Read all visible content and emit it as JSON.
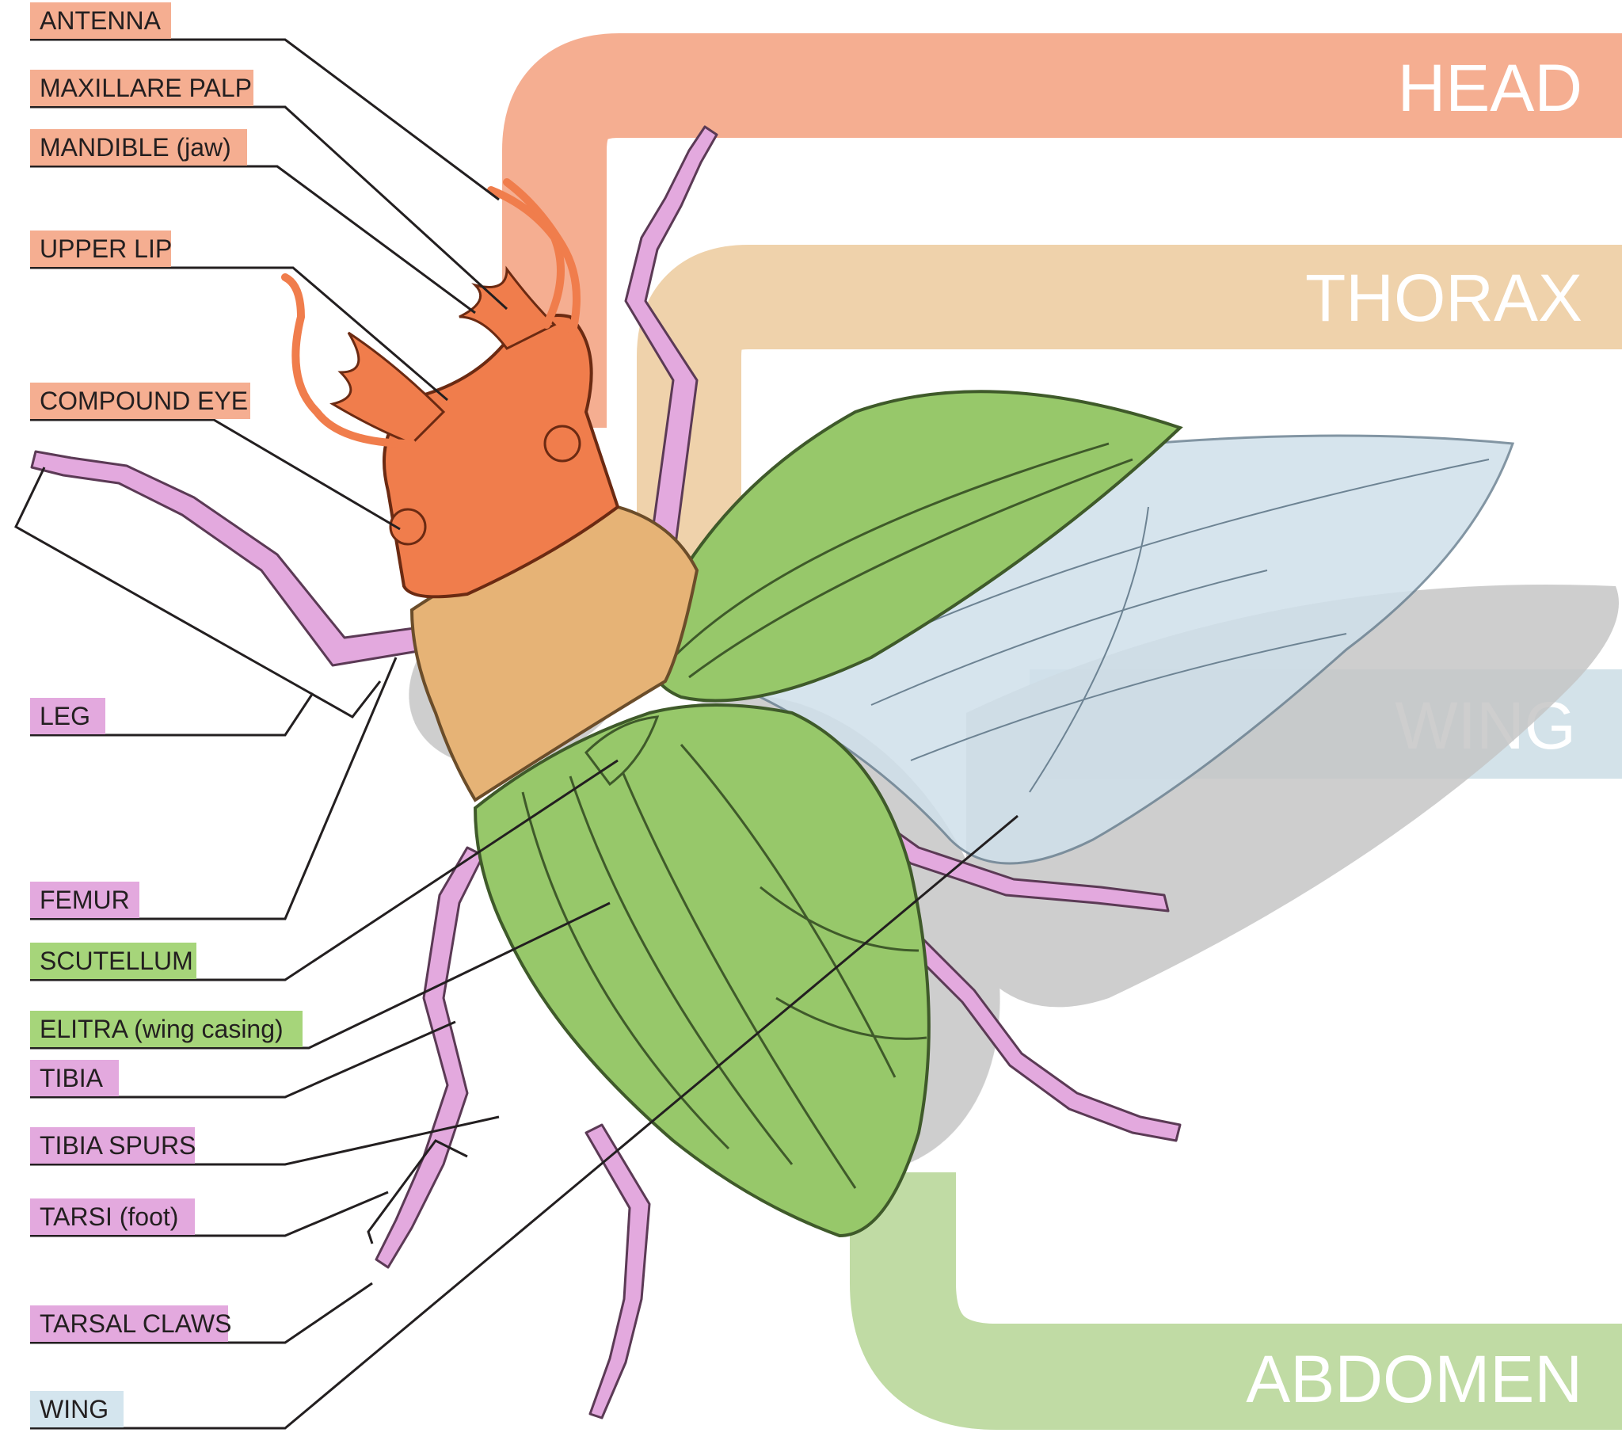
{
  "colors": {
    "head": "#f5ae91",
    "thorax": "#efd2ab",
    "wing": "#d3e2e9",
    "abdomen": "#c0dba4",
    "leg": "#e3a9de",
    "green": "#a6d57a",
    "wing_label": "#d4e5ee",
    "head_body": "#f07d4c",
    "thorax_body": "#e6b376",
    "elytra_body": "#97c86a",
    "wing_membrane": "#cfe0ea",
    "shadow": "#c6c6c6",
    "line": "#231f20"
  },
  "bands": {
    "head": "HEAD",
    "thorax": "THORAX",
    "wing": "WING",
    "abdomen": "ABDOMEN"
  },
  "labels": {
    "antenna": "ANTENNA",
    "maxillare_palp": "MAXILLARE PALP",
    "mandible": "MANDIBLE (jaw)",
    "upper_lip": "UPPER LIP",
    "compound_eye": "COMPOUND EYE",
    "leg": "LEG",
    "femur": "FEMUR",
    "scutellum": "SCUTELLUM",
    "elitra": "ELITRA (wing casing)",
    "tibia": "TIBIA",
    "tibia_spurs": "TIBIA SPURS",
    "tarsi": "TARSI (foot)",
    "tarsal_claws": "TARSAL CLAWS",
    "wing": "WING"
  }
}
